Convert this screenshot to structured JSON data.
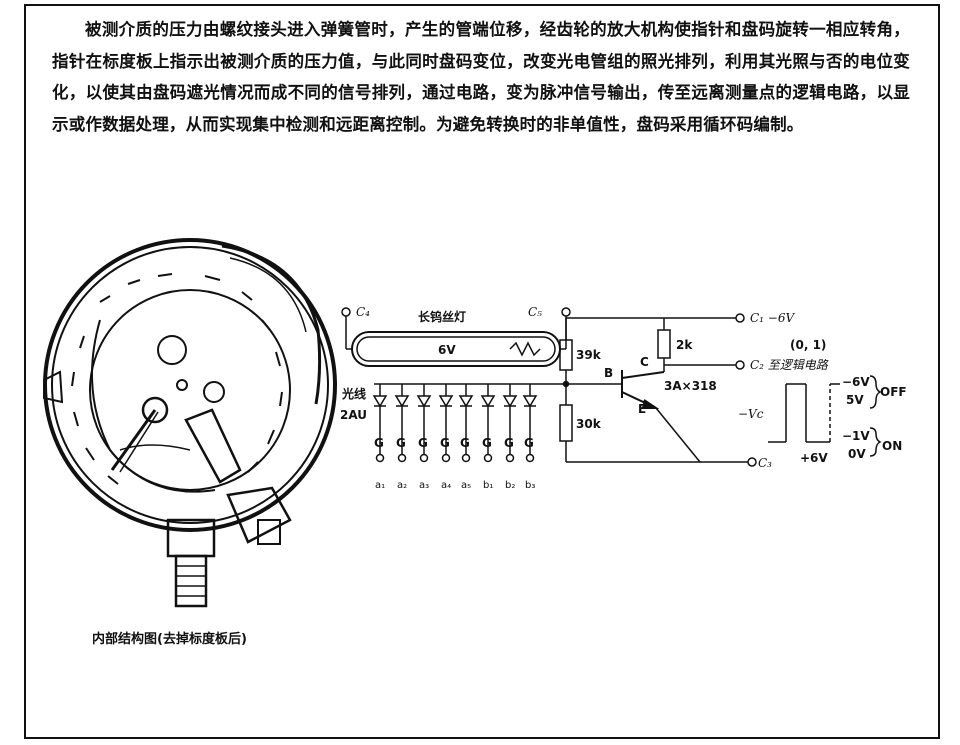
{
  "description": {
    "text": "被测介质的压力由螺纹接头进入弹簧管时，产生的管端位移，经齿轮的放大机构使指针和盘码旋转一相应转角，指针在标度板上指示出被测介质的压力值，与此同时盘码变位，改变光电管组的照光排列，利用其光照与否的电位变化，以使其由盘码遮光情况而成不同的信号排列，通过电路，变为脉冲信号输出，传至远离测量点的逻辑电路，以显示或作数据处理，从而实现集中检测和远距离控制。为避免转换时的非单值性，盘码采用循环码编制。"
  },
  "gauge": {
    "caption": "内部结构图(去掉标度板后)"
  },
  "circuit": {
    "terminal_c4": "C₄",
    "terminal_c5": "C₅",
    "lamp_label": "长钨丝灯",
    "lamp_voltage": "6V",
    "resistor_39k": "39k",
    "resistor_30k": "30k",
    "resistor_2k": "2k",
    "terminal_c1": "C₁ −6V",
    "terminal_c2": "C₂ 至逻辑电路",
    "code": "(0, 1)",
    "node_b": "B",
    "node_c": "C",
    "node_e": "E",
    "transistor": "3A×318",
    "terminal_c3": "C₃",
    "photodiode_label_1": "光线",
    "photodiode_label_2": "2AU",
    "diode_marker": "G",
    "bit_labels": [
      "a₁",
      "a₂",
      "a₃",
      "a₄",
      "a₅",
      "b₁",
      "b₂",
      "b₃"
    ]
  },
  "waveform": {
    "vc_label": "−Vc",
    "off_top": "−6V",
    "off_bottom": "5V",
    "off_label": "OFF",
    "on_top": "−1V",
    "on_bottom": "0V",
    "on_label": "ON",
    "plus6v": "+6V"
  }
}
